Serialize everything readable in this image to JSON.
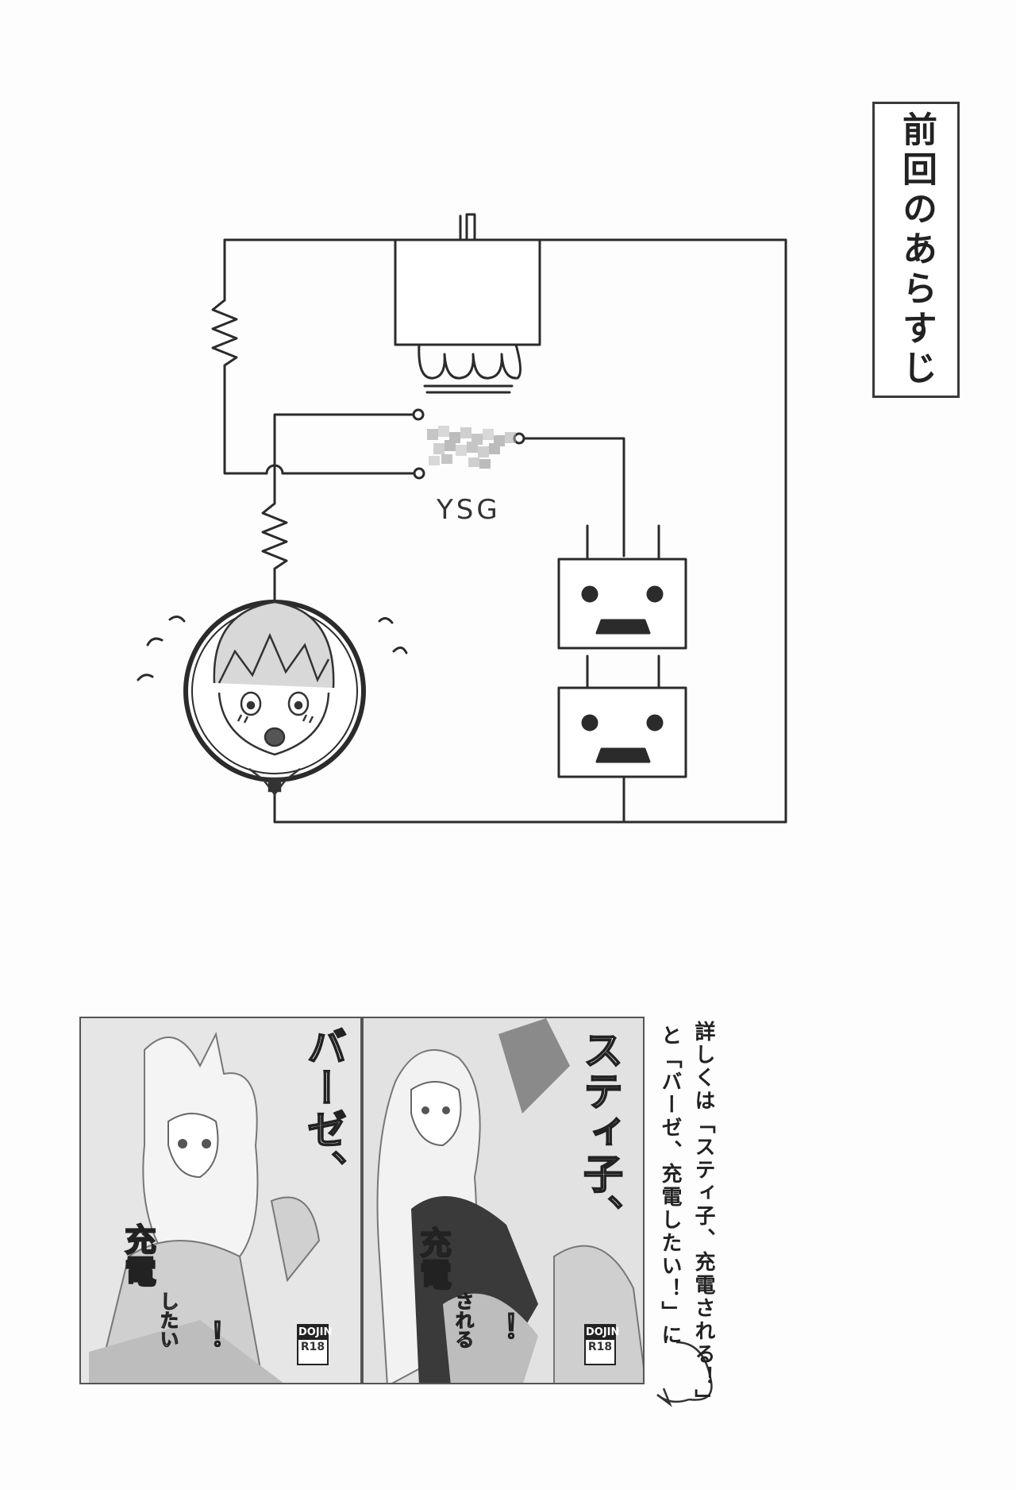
{
  "title_box": {
    "text": "前回のあらすじ"
  },
  "diagram": {
    "switch_label": "YSG"
  },
  "note": {
    "line1": "詳しくは「スティ子、充電される！」",
    "line2": "と「バーゼ、充電したい！」に"
  },
  "covers": [
    {
      "title": "バーゼ、",
      "subtitle_main": "充電",
      "subtitle_small": "したい",
      "exclaim": "！",
      "rating_top": "DOJIN",
      "rating": "R18"
    },
    {
      "title": "スティ子、",
      "subtitle_main": "充電",
      "subtitle_small": "される",
      "exclaim": "！",
      "rating_top": "DOJIN",
      "rating": "R18"
    }
  ],
  "colors": {
    "line": "#2b2b2b",
    "paper": "#fdfdfd",
    "cover_bg": "#e4e4e4"
  }
}
